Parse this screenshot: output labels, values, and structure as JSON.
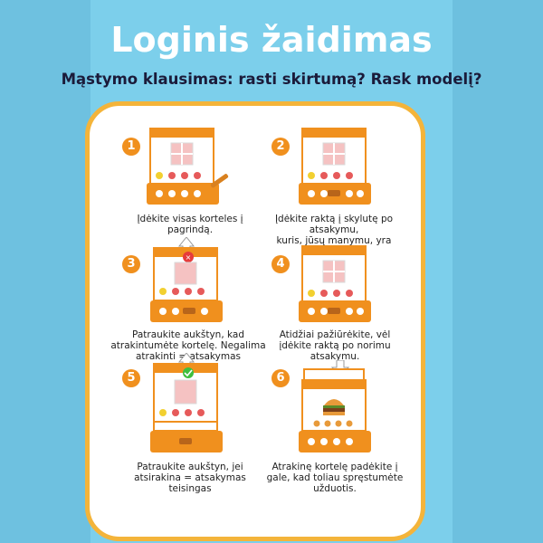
{
  "title": "Loginis žaidimas",
  "subtitle": "Mąstymo klausimas: rasti skirtumą? Rask modelį?",
  "colors": {
    "background": "#79c7e4",
    "card_border": "#f4b43a",
    "orange": "#f0901e",
    "title": "#ffffff"
  },
  "steps": [
    {
      "number": "1",
      "caption_lines": [
        "Įdėkite visas korteles į",
        "pagrindą."
      ]
    },
    {
      "number": "2",
      "caption_lines": [
        "Įdėkite raktą į skylutę po atsakymu,",
        "kuris, jūsų manymu, yra teisingas."
      ]
    },
    {
      "number": "3",
      "caption_lines": [
        "Patraukite aukštyn, kad",
        "atrakintumėte kortelę. Negalima",
        "atrakinti = atsakymas neteisingas."
      ]
    },
    {
      "number": "4",
      "caption_lines": [
        "Atidžiai pažiūrėkite, vėl",
        "įdėkite raktą po norimu",
        "atsakymu."
      ]
    },
    {
      "number": "5",
      "caption_lines": [
        "Patraukite aukštyn, jei",
        "atsirakina = atsakymas",
        "teisingas"
      ]
    },
    {
      "number": "6",
      "caption_lines": [
        "Atrakinę kortelę padėkite į",
        "gale, kad toliau spręstumėte",
        "užduotis."
      ]
    }
  ]
}
